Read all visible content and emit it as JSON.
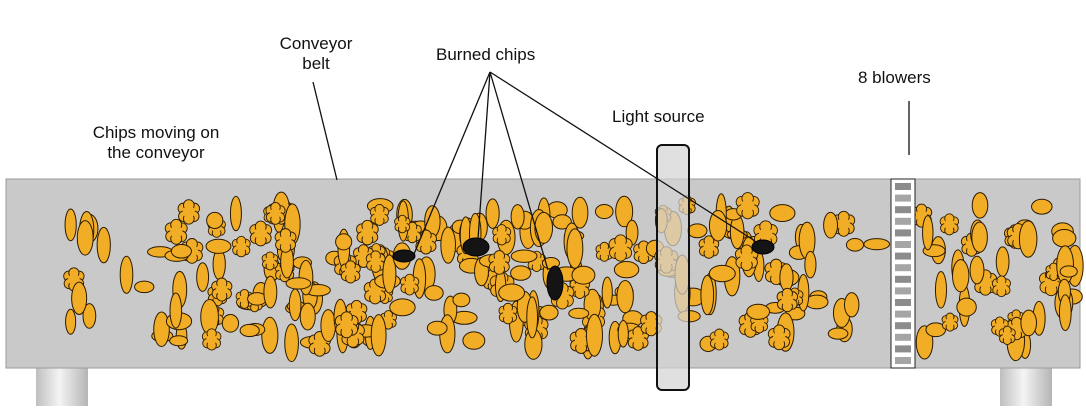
{
  "labels": {
    "conveyor_belt_line1": "Conveyor",
    "conveyor_belt_line2": "belt",
    "burned_chips": "Burned chips",
    "chips_moving_line1": "Chips moving on",
    "chips_moving_line2": "the conveyor",
    "light_source": "Light source",
    "blowers": "8 blowers"
  },
  "colors": {
    "belt": "#c9c9c9",
    "belt_edge": "#9a9a9a",
    "chip_fill": "#f2ad27",
    "chip_outline": "#2a1a00",
    "burned_chip": "#141414",
    "light_source": "#d4d4d4",
    "leg": "#dcdcdc"
  }
}
